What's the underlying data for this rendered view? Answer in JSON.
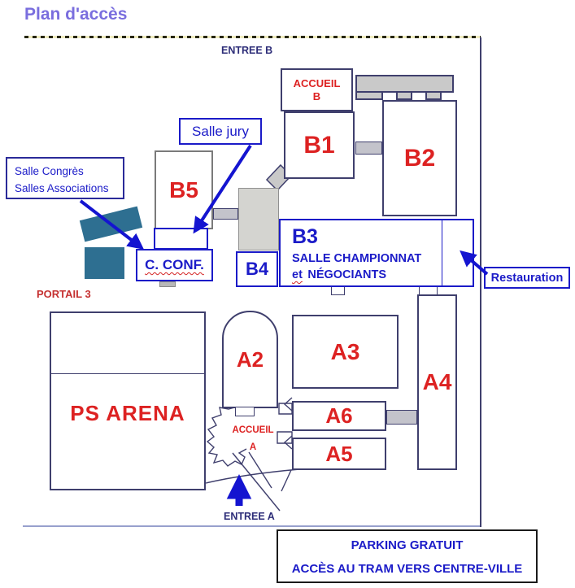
{
  "title": "Plan d'accès",
  "map": {
    "entree_b": "ENTREE B",
    "entree_a": "ENTREE A",
    "portail": "PORTAIL 3",
    "accueil_b": {
      "line1": "ACCUEIL",
      "line2": "B"
    },
    "accueil_a": {
      "line1": "ACCUEIL",
      "line2": "A"
    },
    "buildings": {
      "b1": "B1",
      "b2": "B2",
      "b3": "B3",
      "b4": "B4",
      "b5": "B5",
      "a2": "A2",
      "a3": "A3",
      "a4": "A4",
      "a5": "A5",
      "a6": "A6",
      "ps_arena": "PS ARENA"
    },
    "b3_details": {
      "line1": "SALLE CHAMPIONNAT",
      "line2_word": "et",
      "line2_rest": "NÉGOCIANTS"
    }
  },
  "callouts": {
    "salle_jury": "Salle jury",
    "salle_congres_line1": "Salle Congrès",
    "salle_congres_line2": "Salles Associations",
    "c_conf": "C. CONF.",
    "restauration": "Restauration"
  },
  "footer": {
    "line1": "PARKING GRATUIT",
    "line2": "ACCÈS AU TRAM VERS CENTRE-VILLE"
  },
  "colors": {
    "accent_blue": "#1b1bc8",
    "arrow_blue": "#1414d0",
    "label_red": "#dd2222",
    "line_navy": "#3f3f6d",
    "title_purple": "#7a6ede",
    "teal": "#2e6f91"
  }
}
